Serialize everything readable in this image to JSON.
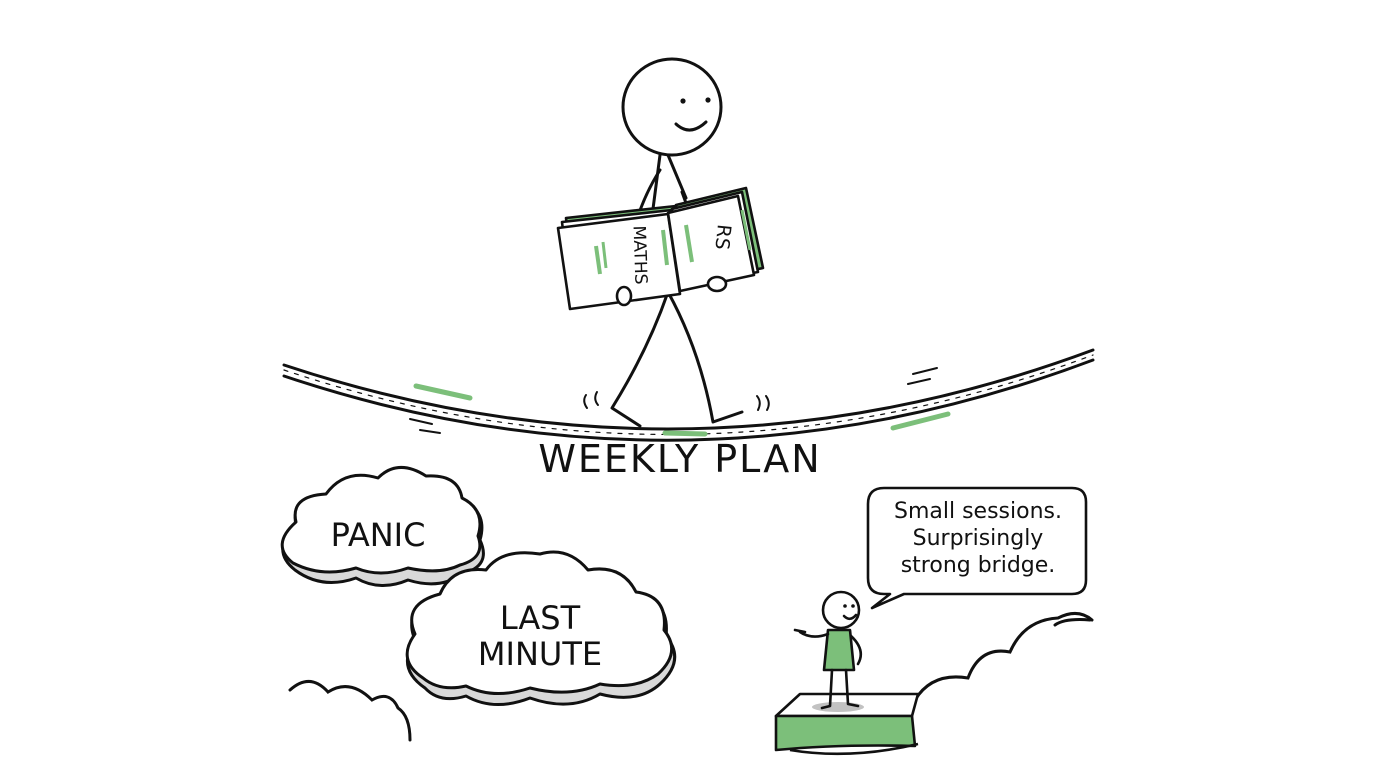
{
  "labels": {
    "rope": "WEEKLY PLAN",
    "cloud_panic": "PANIC",
    "cloud_last_line1": "LAST",
    "cloud_last_line2": "MINUTE",
    "book_left": "MATHS",
    "book_right": "RS"
  },
  "speech": {
    "line1": "Small sessions.",
    "line2": "Surprisingly",
    "line3": "strong bridge."
  },
  "colors": {
    "ink": "#111111",
    "accent_green": "#7cbf7a",
    "cloud_shadow": "#d9d9d9",
    "background": "#ffffff"
  }
}
